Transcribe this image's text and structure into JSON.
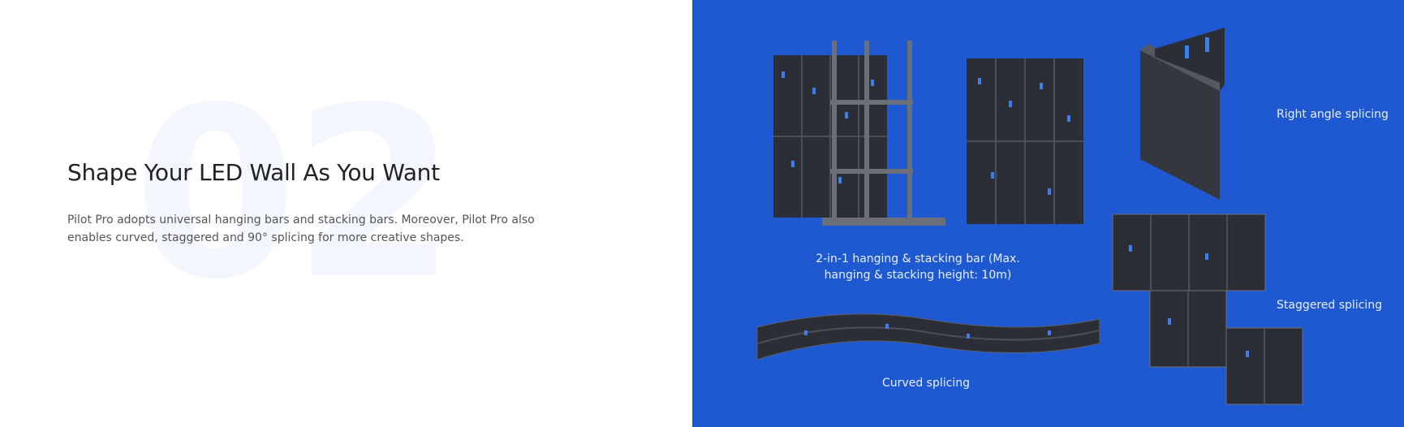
{
  "section": {
    "number": "02",
    "title": "Shape Your LED Wall As You Want",
    "description": "Pilot Pro adopts universal hanging bars and stacking bars. Moreover, Pilot Pro also enables curved, staggered and 90° splicing for more creative shapes."
  },
  "figures": {
    "hanging": {
      "caption": "2-in-1 hanging & stacking bar (Max. hanging & stacking height: 10m)"
    },
    "curved": {
      "caption": "Curved splicing"
    },
    "right_angle": {
      "caption": "Right angle splicing"
    },
    "staggered": {
      "caption": "Staggered splicing"
    }
  },
  "colors": {
    "accent_blue": "#1f59d1",
    "panel_dark": "#2b2e35",
    "detail_blue": "#3f7cf0"
  }
}
